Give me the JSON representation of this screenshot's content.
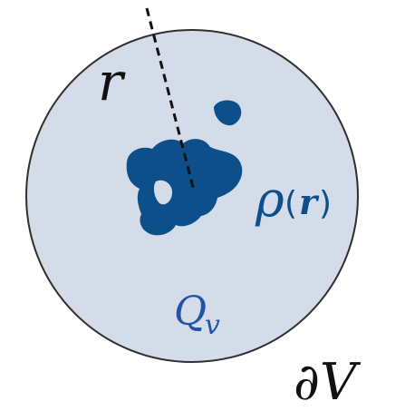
{
  "labels": {
    "radius": "r",
    "density_symbol": "ρ",
    "density_open_paren": "(",
    "density_arg": "r",
    "density_close_paren": ")",
    "charge_main": "Q",
    "charge_sub": "v",
    "boundary": "∂V"
  },
  "colors": {
    "sphere_fill": "#d4dcea",
    "sphere_stroke": "#2f2f2f",
    "blob": "#0d4f8b",
    "charge_label": "#1f55a6",
    "density_label": "#0d4f8b",
    "radius_line": "#111111",
    "text_dark": "#111111"
  }
}
